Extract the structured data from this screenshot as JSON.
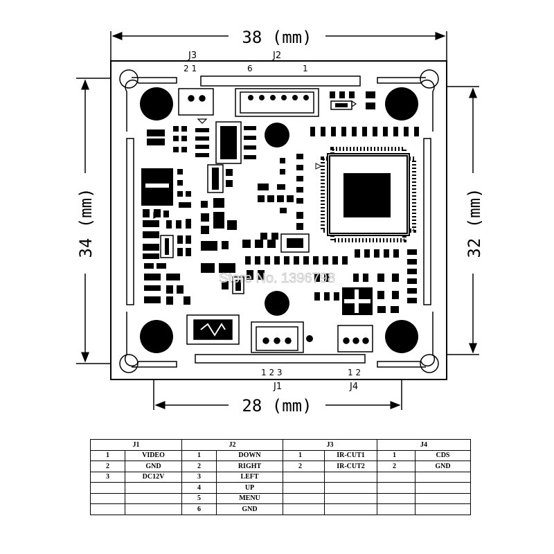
{
  "dimensions": {
    "top": "38 (mm)",
    "bottom": "28 (mm)",
    "left": "34 (mm)",
    "right": "32 (mm)"
  },
  "connectors": {
    "j3": {
      "name": "J3",
      "pins": "2 1"
    },
    "j2": {
      "name": "J2",
      "pin_left": "6",
      "pin_right": "1"
    },
    "j1": {
      "name": "J1",
      "pins": "1 2 3"
    },
    "j4": {
      "name": "J4",
      "pins": "1 2"
    }
  },
  "watermark": "Store No. 1396798",
  "pin_table": {
    "headers": [
      "J1",
      "J2",
      "J3",
      "J4"
    ],
    "rows": [
      [
        "1",
        "VIDEO",
        "1",
        "DOWN",
        "1",
        "IR-CUT1",
        "1",
        "CDS"
      ],
      [
        "2",
        "GND",
        "2",
        "RIGHT",
        "2",
        "IR-CUT2",
        "2",
        "GND"
      ],
      [
        "3",
        "DC12V",
        "3",
        "LEFT",
        "",
        "",
        "",
        ""
      ],
      [
        "",
        "",
        "4",
        "UP",
        "",
        "",
        "",
        ""
      ],
      [
        "",
        "",
        "5",
        "MENU",
        "",
        "",
        "",
        ""
      ],
      [
        "",
        "",
        "6",
        "GND",
        "",
        "",
        "",
        ""
      ]
    ]
  }
}
